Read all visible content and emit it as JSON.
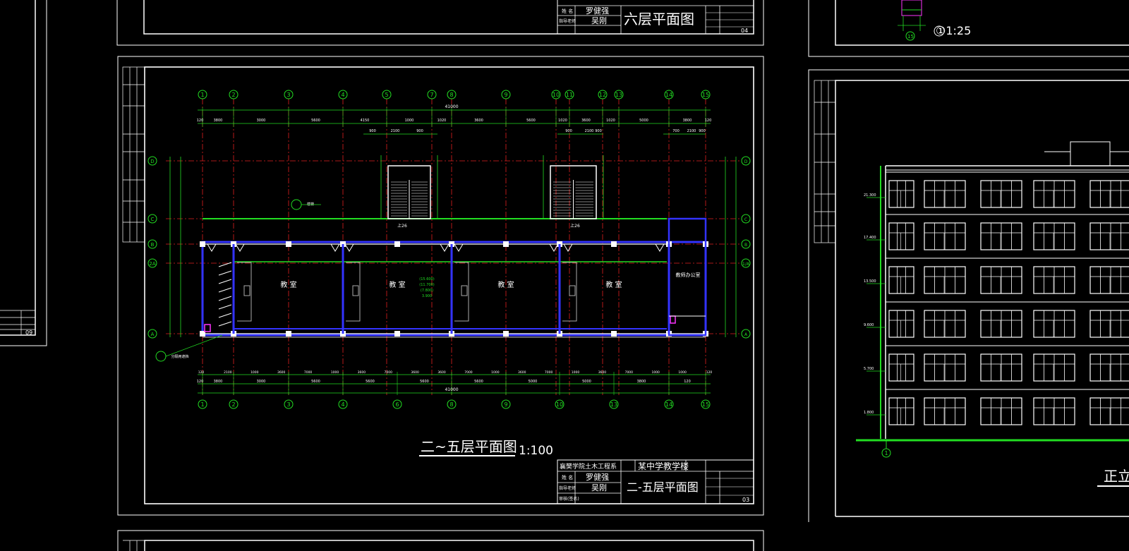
{
  "app": {
    "kind": "CAD drawing viewer",
    "background": "#000000"
  },
  "colors": {
    "frame": "#ffffff",
    "axis": "#e02020",
    "dim": "#22dd22",
    "wall": "#3333ff",
    "text": "#ffffff",
    "accent": "#ff33ff",
    "gridAxisLine": "#ff3333"
  },
  "axes": {
    "top_labels": [
      "1",
      "2",
      "3",
      "4",
      "5",
      "7",
      "8",
      "9",
      "10",
      "11",
      "12",
      "13",
      "14",
      "15"
    ],
    "bottom_labels": [
      "1",
      "2",
      "3",
      "4",
      "6",
      "8",
      "9",
      "10",
      "13",
      "14",
      "15"
    ],
    "left_labels": [
      "D",
      "C",
      "B",
      "2A",
      "A"
    ],
    "right_labels": [
      "D",
      "C",
      "B",
      "1/A",
      "A"
    ]
  },
  "dims": {
    "overall": "41000",
    "top_row": [
      "120",
      "3800",
      "3000",
      "5600",
      "4150",
      "1000",
      "1020",
      "3600",
      "5600",
      "1020",
      "3600",
      "1020",
      "5000",
      "3800",
      "120"
    ],
    "stair_row": [
      "900",
      "2100",
      "900",
      "900",
      "2100",
      "900",
      "700",
      "2100",
      "900"
    ],
    "bottom_row1": [
      "120",
      "2100",
      "1000",
      "3600",
      "7000",
      "1000",
      "3600",
      "7000",
      "3600",
      "3600",
      "7000",
      "1000",
      "3600",
      "7000",
      "1000",
      "3600",
      "7000",
      "1000",
      "1000",
      "120"
    ],
    "bottom_row2": [
      "120",
      "3800",
      "3000",
      "5600",
      "5600",
      "5600",
      "5600",
      "5000",
      "5000",
      "3800",
      "120"
    ]
  },
  "rooms": {
    "classroom": "教 室",
    "office": "教师办公室",
    "level_note": [
      "(15.600)",
      "(11.700)",
      "(7.800)",
      "3.900"
    ],
    "stair_up_1": "上26",
    "stair_up_2": "上26",
    "label_stair": "楼梯",
    "label_extra": "分隔用遮挡"
  },
  "drawing": {
    "title": "二~五层平面图",
    "scale": "1:100"
  },
  "title_block_main": {
    "school": "襄樊学院土木工程系",
    "project": "某中学教学楼",
    "name_label": "姓 名",
    "name": "罗健强",
    "teacher_label": "指导老师",
    "teacher": "吴刚",
    "review_label": "审核(签名)",
    "sheet_title": "二-五层平面图",
    "sheet_no": "03"
  },
  "title_block_top": {
    "name_label": "姓 名",
    "name": "罗健强",
    "teacher_label": "指导老师",
    "teacher": "吴刚",
    "sheet_title": "六层平面图",
    "sheet_no": "04"
  },
  "right_top": {
    "detail_label": "①1:25",
    "axis": "15"
  },
  "left_sheet": {
    "sheet_no": "09"
  },
  "elevation": {
    "levels": [
      "21.300",
      "17.400",
      "13.500",
      "9.600",
      "5.700",
      "1.800"
    ],
    "axis_label": "1",
    "title_fragment": "正立"
  }
}
